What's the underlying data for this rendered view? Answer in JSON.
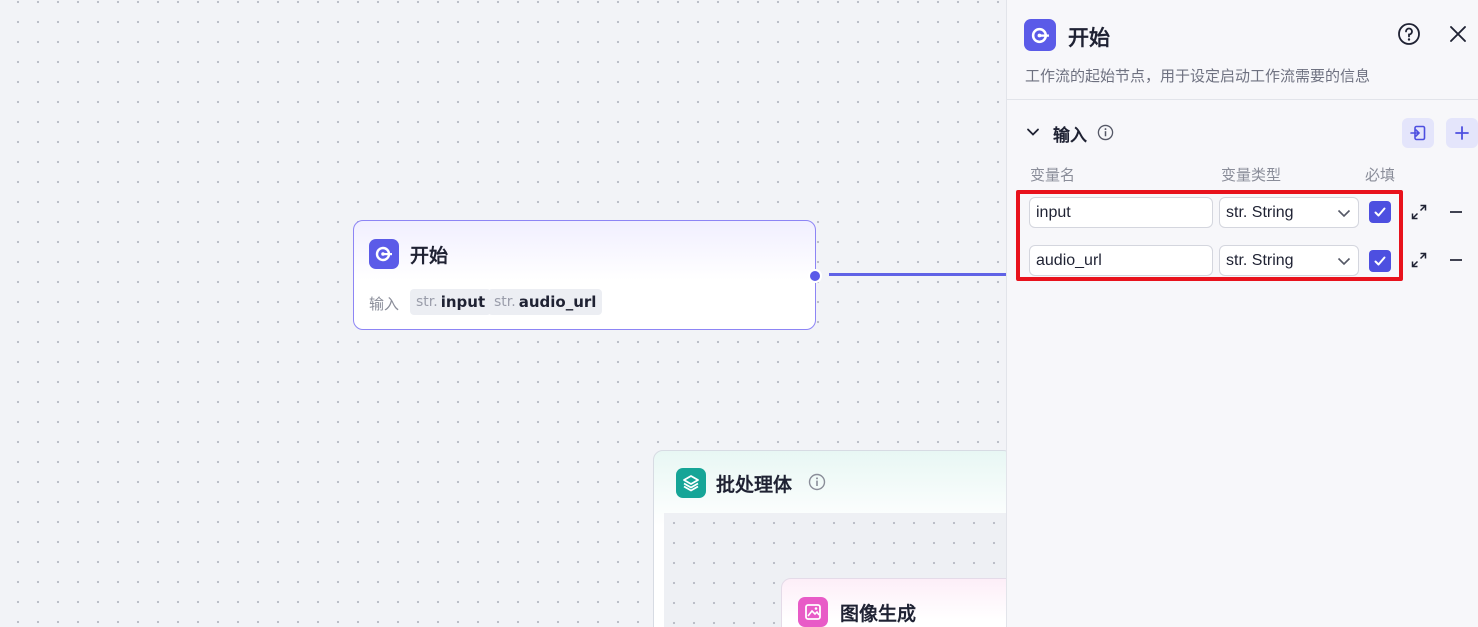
{
  "canvas": {
    "start_node": {
      "title": "开始",
      "input_label": "输入",
      "inputs": [
        {
          "type": "str.",
          "name": "input"
        },
        {
          "type": "str.",
          "name": "audio_url"
        }
      ]
    },
    "batch_node": {
      "title": "批处理体"
    },
    "image_node": {
      "title": "图像生成"
    }
  },
  "panel": {
    "title": "开始",
    "description": "工作流的起始节点，用于设定启动工作流需要的信息",
    "section_title": "输入",
    "columns": {
      "name": "变量名",
      "type": "变量类型",
      "required": "必填"
    },
    "variables": [
      {
        "name": "input",
        "type": "str. String",
        "required": true
      },
      {
        "name": "audio_url",
        "type": "str. String",
        "required": true
      }
    ]
  },
  "colors": {
    "accent": "#5b5be8",
    "highlight_border": "#e8121c",
    "batch_icon": "#16a597",
    "image_icon": "#e85bc7"
  },
  "icons": [
    "start-node-icon",
    "batch-icon",
    "image-gen-icon",
    "help-icon",
    "close-icon",
    "chevron-down-icon",
    "info-icon",
    "import-icon",
    "plus-icon",
    "expand-icon",
    "minus-icon",
    "check-icon"
  ]
}
